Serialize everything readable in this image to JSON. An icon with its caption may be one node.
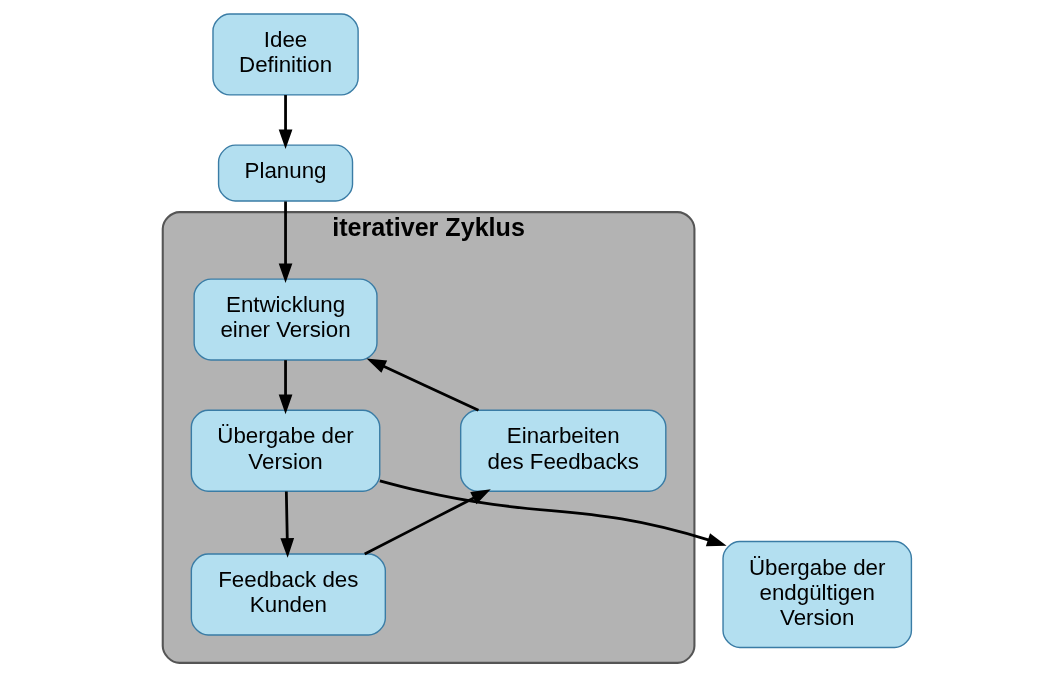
{
  "diagram": {
    "nodes": [
      {
        "text": [
          "Idee Definition"
        ]
      },
      {
        "text": [
          "Planung"
        ]
      },
      {
        "text": [
          "iterativer Zyklus"
        ]
      },
      {
        "text": [
          "Entwicklung einer Version"
        ],
        "in": 2
      },
      {
        "text": [
          "Übergabe der Version"
        ],
        "in": 2
      },
      {
        "text": [
          "Feedback des Kunden"
        ],
        "in": 2
      },
      {
        "text": [
          "Einarbeiten des Feedbacks"
        ],
        "in": 2
      },
      {
        "text": [
          "Übergabe der endgültigen Version"
        ]
      }
    ],
    "edges": [
      {
        "from": 0,
        "to": 1,
        "arrow": "to"
      },
      {
        "from": 1,
        "to": 3,
        "arrow": "to"
      },
      {
        "from": 3,
        "to": 4,
        "arrow": "to"
      },
      {
        "from": 4,
        "to": 5,
        "arrow": "to"
      },
      {
        "from": 5,
        "to": 6,
        "arrow": "to"
      },
      {
        "from": 6,
        "to": 3,
        "arrow": "to"
      },
      {
        "from": 4,
        "to": 7,
        "arrow": "to"
      }
    ]
  }
}
